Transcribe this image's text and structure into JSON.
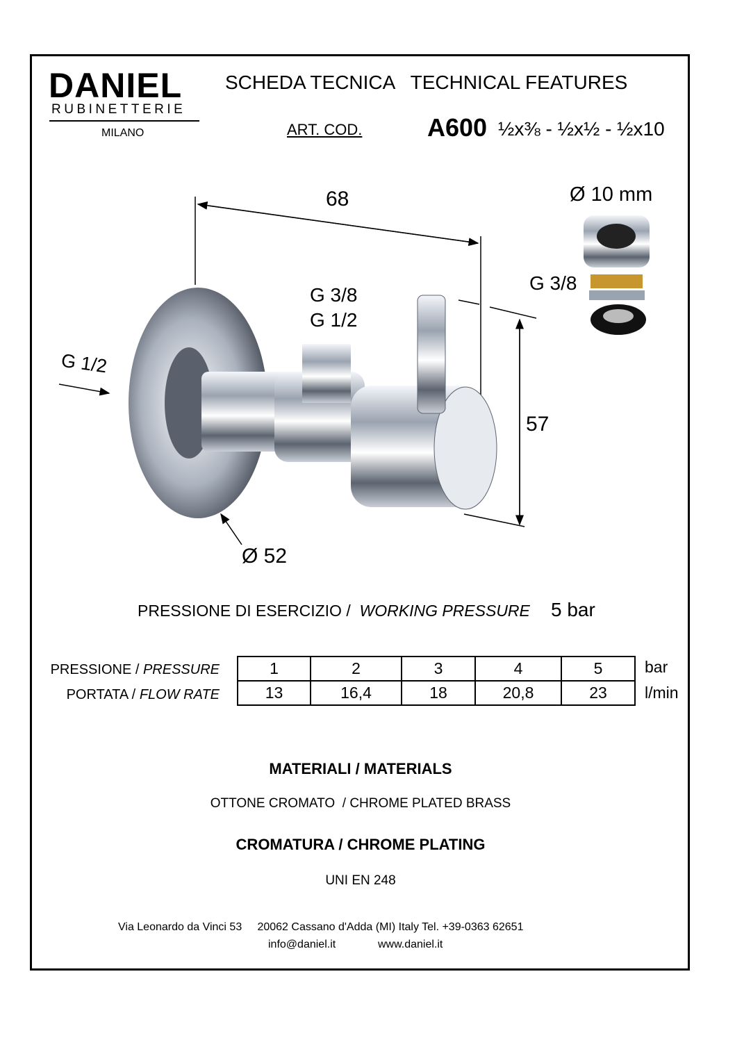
{
  "header": {
    "brand": "DANIEL",
    "brand_sub": "RUBINETTERIE",
    "city": "MILANO",
    "title": "SCHEDA TECNICA   TECHNICAL FEATURES",
    "art_cod_label": "ART. COD.",
    "code": "A600",
    "sizes": "½x⅜ - ½x½ - ½x10"
  },
  "drawing": {
    "length": "68",
    "height": "57",
    "flange_diameter": "Ø 52",
    "inlet_thread": "G 1/2",
    "outlet_thread_1": "G 3/8",
    "outlet_thread_2": "G 1/2",
    "fitting_diameter": "Ø 10 mm",
    "fitting_thread": "G 3/8"
  },
  "working_pressure": {
    "label_it": "PRESSIONE DI ESERCIZIO /",
    "label_en": "WORKING PRESSURE",
    "value": "5 bar"
  },
  "flow_table": {
    "pressure_label_it": "PRESSIONE /",
    "pressure_label_en": "PRESSURE",
    "flow_label_it": "PORTATA /",
    "flow_label_en": "FLOW RATE",
    "pressure": [
      "1",
      "2",
      "3",
      "4",
      "5"
    ],
    "flow": [
      "13",
      "16,4",
      "18",
      "20,8",
      "23"
    ],
    "pressure_unit": "bar",
    "flow_unit": "l/min"
  },
  "materials": {
    "heading": "MATERIALI / MATERIALS",
    "value": "OTTONE CROMATO  / CHROME PLATED BRASS",
    "plating_heading": "CROMATURA / CHROME PLATING",
    "plating_value": "UNI EN 248"
  },
  "footer": {
    "address": "Via Leonardo da Vinci 53     20062 Cassano d'Adda (MI) Italy Tel. +39-0363 62651",
    "email": "info@daniel.it",
    "website": "www.daniel.it"
  }
}
